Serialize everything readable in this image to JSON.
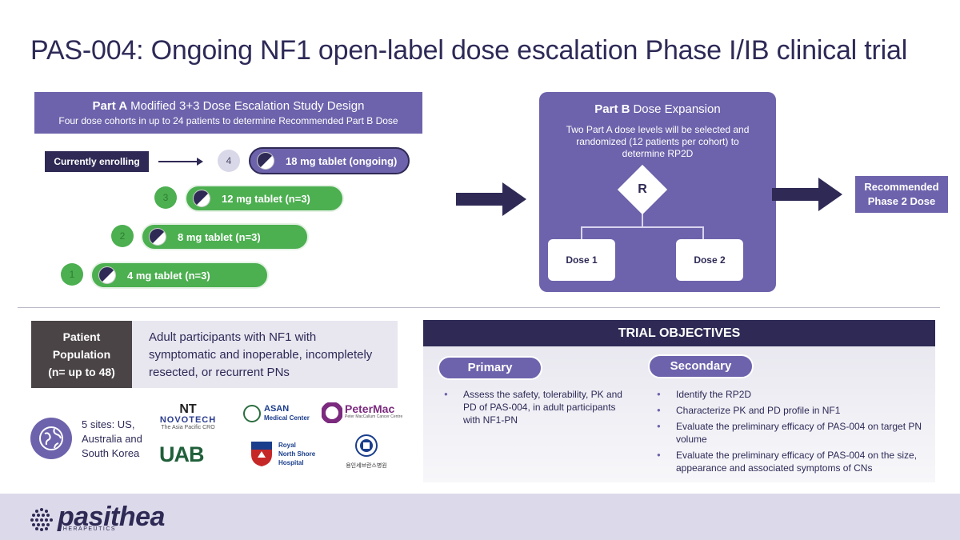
{
  "title": "PAS-004: Ongoing NF1 open-label dose escalation Phase I/IB clinical trial",
  "part_a": {
    "label": "Part A",
    "heading": "Modified 3+3 Dose Escalation Study Design",
    "subheading": "Four dose cohorts in up to 24 patients to determine Recommended Part B Dose",
    "enrolling_label": "Currently enrolling",
    "cohorts": [
      {
        "number": "4",
        "label": "18 mg tablet (ongoing)"
      },
      {
        "number": "3",
        "label": "12 mg tablet (n=3)"
      },
      {
        "number": "2",
        "label": "8 mg tablet (n=3)"
      },
      {
        "number": "1",
        "label": "4 mg tablet (n=3)"
      }
    ]
  },
  "part_b": {
    "label": "Part B",
    "heading": "Dose Expansion",
    "description": "Two Part A dose levels will be selected and randomized (12 patients per cohort) to determine RP2D",
    "randomize_label": "R",
    "dose1": "Dose 1",
    "dose2": "Dose 2"
  },
  "rp2d": {
    "line1": "Recommended",
    "line2": "Phase 2 Dose"
  },
  "population": {
    "line1": "Patient",
    "line2": "Population",
    "line3": "(n= up to 48)",
    "text_line1": "Adult participants with NF1 with",
    "text_line2": "symptomatic and inoperable, incompletely",
    "text_line3": "resected, or recurrent PNs"
  },
  "sites": {
    "line1": "5 sites: US,",
    "line2": "Australia and",
    "line3": "South Korea"
  },
  "logos": {
    "novotech": "NOVOTECH",
    "novotech_sub": "The Asia Pacific CRO",
    "asan_l1": "ASAN",
    "asan_l2": "Medical Center",
    "petermac": "PeterMac",
    "petermac_sub": "Peter MacCallum Cancer Centre",
    "uab": "UAB",
    "rnsh_l1": "Royal",
    "rnsh_l2": "North Shore",
    "rnsh_l3": "Hospital",
    "korean": "용인세브란스병원"
  },
  "objectives": {
    "header": "TRIAL OBJECTIVES",
    "primary_label": "Primary",
    "secondary_label": "Secondary",
    "primary": [
      "Assess the safety, tolerability, PK and PD of PAS-004, in adult participants with NF1-PN"
    ],
    "secondary": [
      "Identify the RP2D",
      "Characterize PK and PD profile in NF1",
      "Evaluate the preliminary efficacy of PAS-004 on target PN volume",
      "Evaluate the preliminary efficacy of PAS-004 on the size, appearance and associated symptoms of CNs"
    ]
  },
  "brand": {
    "name": "pasithea",
    "sub": "THERAPEUTICS"
  },
  "colors": {
    "navy": "#2e2a55",
    "purple": "#6d63ac",
    "green": "#4caf50"
  }
}
